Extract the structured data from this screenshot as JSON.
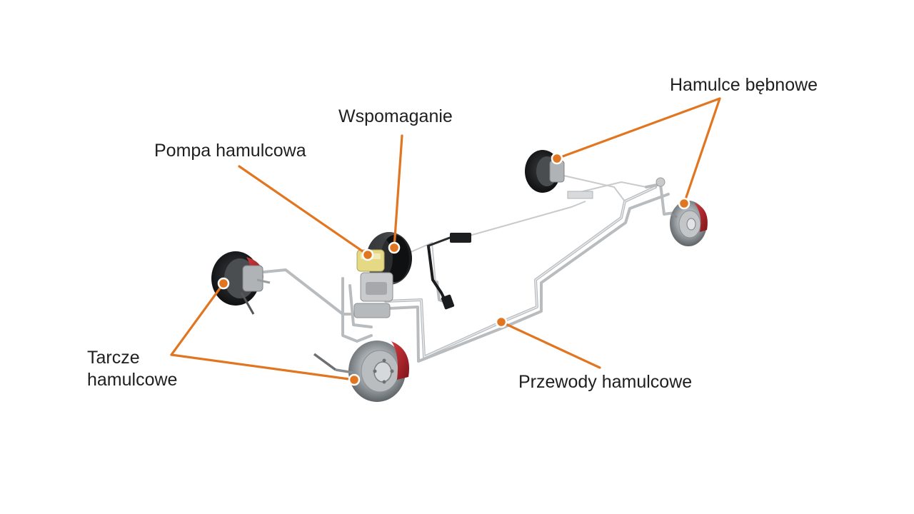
{
  "labels": {
    "drum_brakes": "Hamulce bębnowe",
    "booster": "Wspomaganie",
    "master_cylinder": "Pompa hamulcowa",
    "disc_brakes_line1": "Tarcze",
    "disc_brakes_line2": "hamulcowe",
    "brake_lines": "Przewody hamulcowe"
  },
  "colors": {
    "leader": "#e2751f",
    "caliper": "#b3232c",
    "pipe": "#b9bcbf",
    "disc": "#8f9498",
    "text": "#1f1f1f"
  }
}
